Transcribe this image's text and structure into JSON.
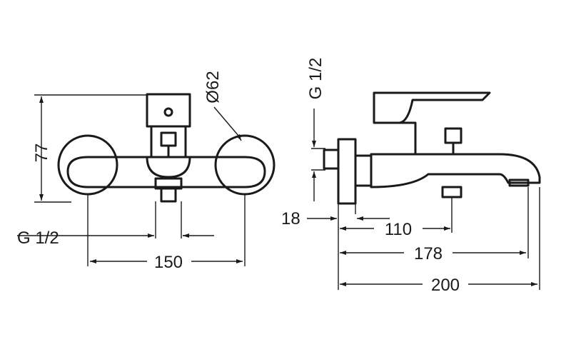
{
  "front_view": {
    "height_label": "77",
    "diameter_label": "Ø62",
    "inlet_label": "G 1/2",
    "centers_label": "150"
  },
  "side_view": {
    "inlet_label": "G 1/2",
    "wall_label": "18",
    "outlet_label": "110",
    "spout_label": "178",
    "overall_label": "200"
  }
}
